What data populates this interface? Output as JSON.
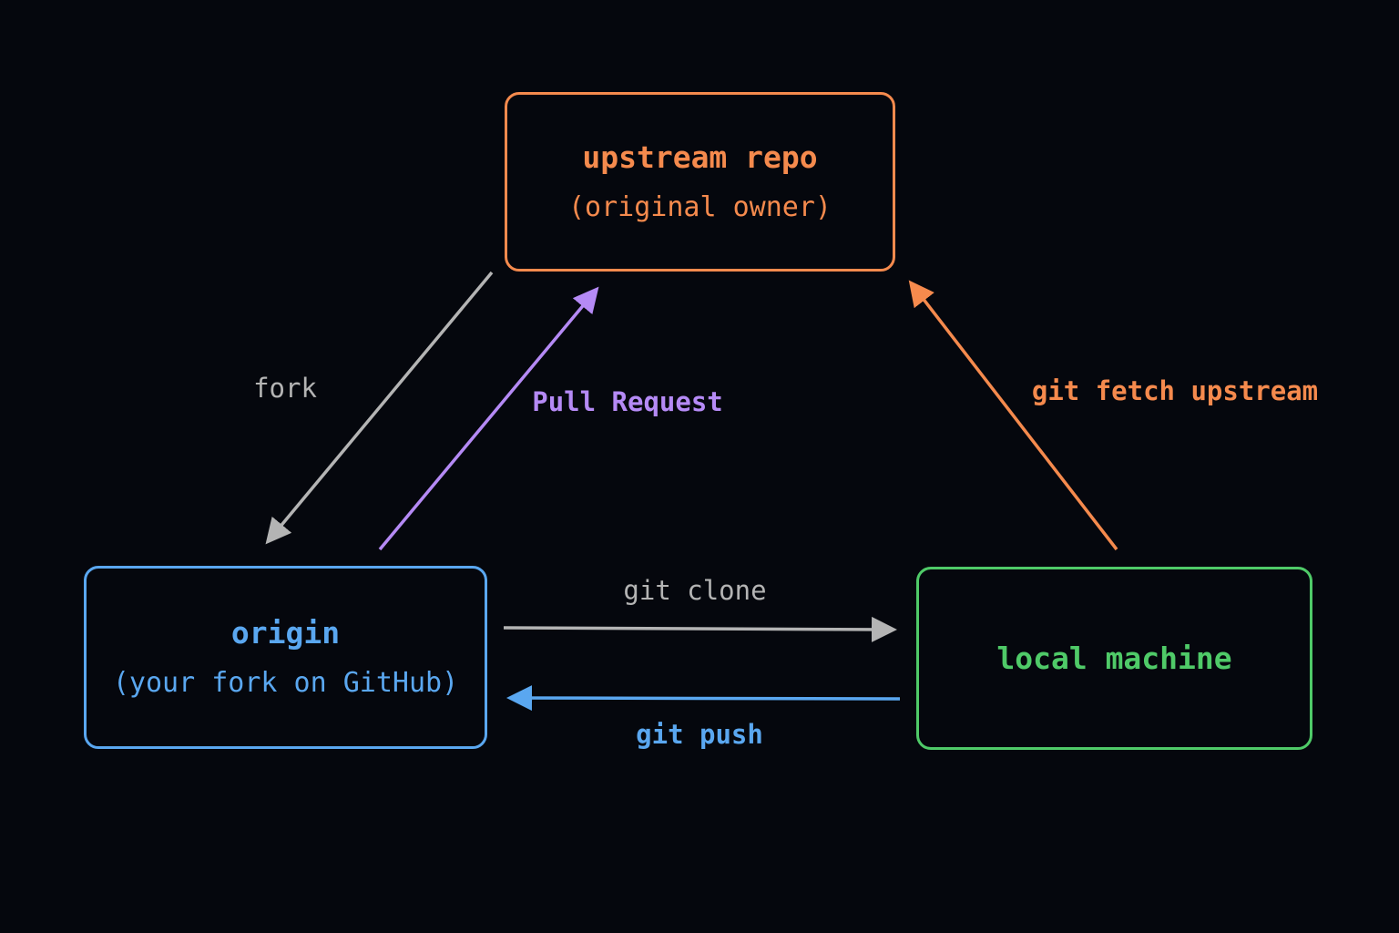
{
  "nodes": {
    "upstream": {
      "title": "upstream repo",
      "subtitle": "(original owner)"
    },
    "origin": {
      "title": "origin",
      "subtitle": "(your fork on GitHub)"
    },
    "local": {
      "title": "local machine"
    }
  },
  "edges": {
    "fork": {
      "label": "fork",
      "color": "#b4b4b4"
    },
    "pull_request": {
      "label": "Pull Request",
      "color": "#b58af5"
    },
    "fetch_upstream": {
      "label": "git fetch upstream",
      "color": "#f58a4d"
    },
    "clone": {
      "label": "git clone",
      "color": "#b4b4b4"
    },
    "push": {
      "label": "git push",
      "color": "#5aa7f0"
    }
  },
  "colors": {
    "background": "#05070d",
    "upstream": "#f58a4d",
    "origin": "#5aa7f0",
    "local": "#4fca68"
  }
}
